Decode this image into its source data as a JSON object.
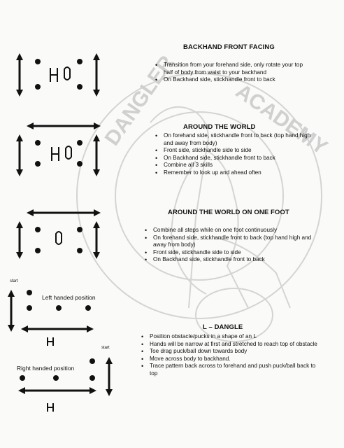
{
  "sections": [
    {
      "title": "BACKHAND FRONT FACING",
      "items": [
        "Transition from your forehand side, only rotate your top half of body from waist to your backhand",
        "On Backhand side, stickhandle front to back"
      ]
    },
    {
      "title": "AROUND THE WORLD",
      "items": [
        "On forehand side, stickhandle front to back (top hand high and away from body)",
        "Front side, stickhandle side to side",
        "On Backhand side, stickhandle front to back",
        "Combine all 3 skills",
        "Remember to look up and ahead often"
      ]
    },
    {
      "title": "AROUND THE WORLD ON ONE FOOT",
      "items": [
        "Combine all steps while on one foot continuously",
        "On forehand side, stickhandle front to back (top hand high and away from body)",
        "Front side, stickhandle side to side",
        "On Backhand side, stickhandle front to back"
      ]
    },
    {
      "title": "L – DANGLE",
      "items": [
        "Position obstacle/pucks in a shape of an L",
        "Hands will be narrow at first and stretched to reach top of obstacle",
        "Toe drag puck/ball down towards body",
        "Move across body to backhand.",
        "Trace pattern back across to forehand and push puck/ball back to top"
      ]
    }
  ],
  "diagrams": {
    "start_left": "start",
    "left_position": "Left handed position",
    "start_right": "start",
    "right_position": "Right handed position"
  },
  "watermark_text": "DANGLER ACADEMY"
}
